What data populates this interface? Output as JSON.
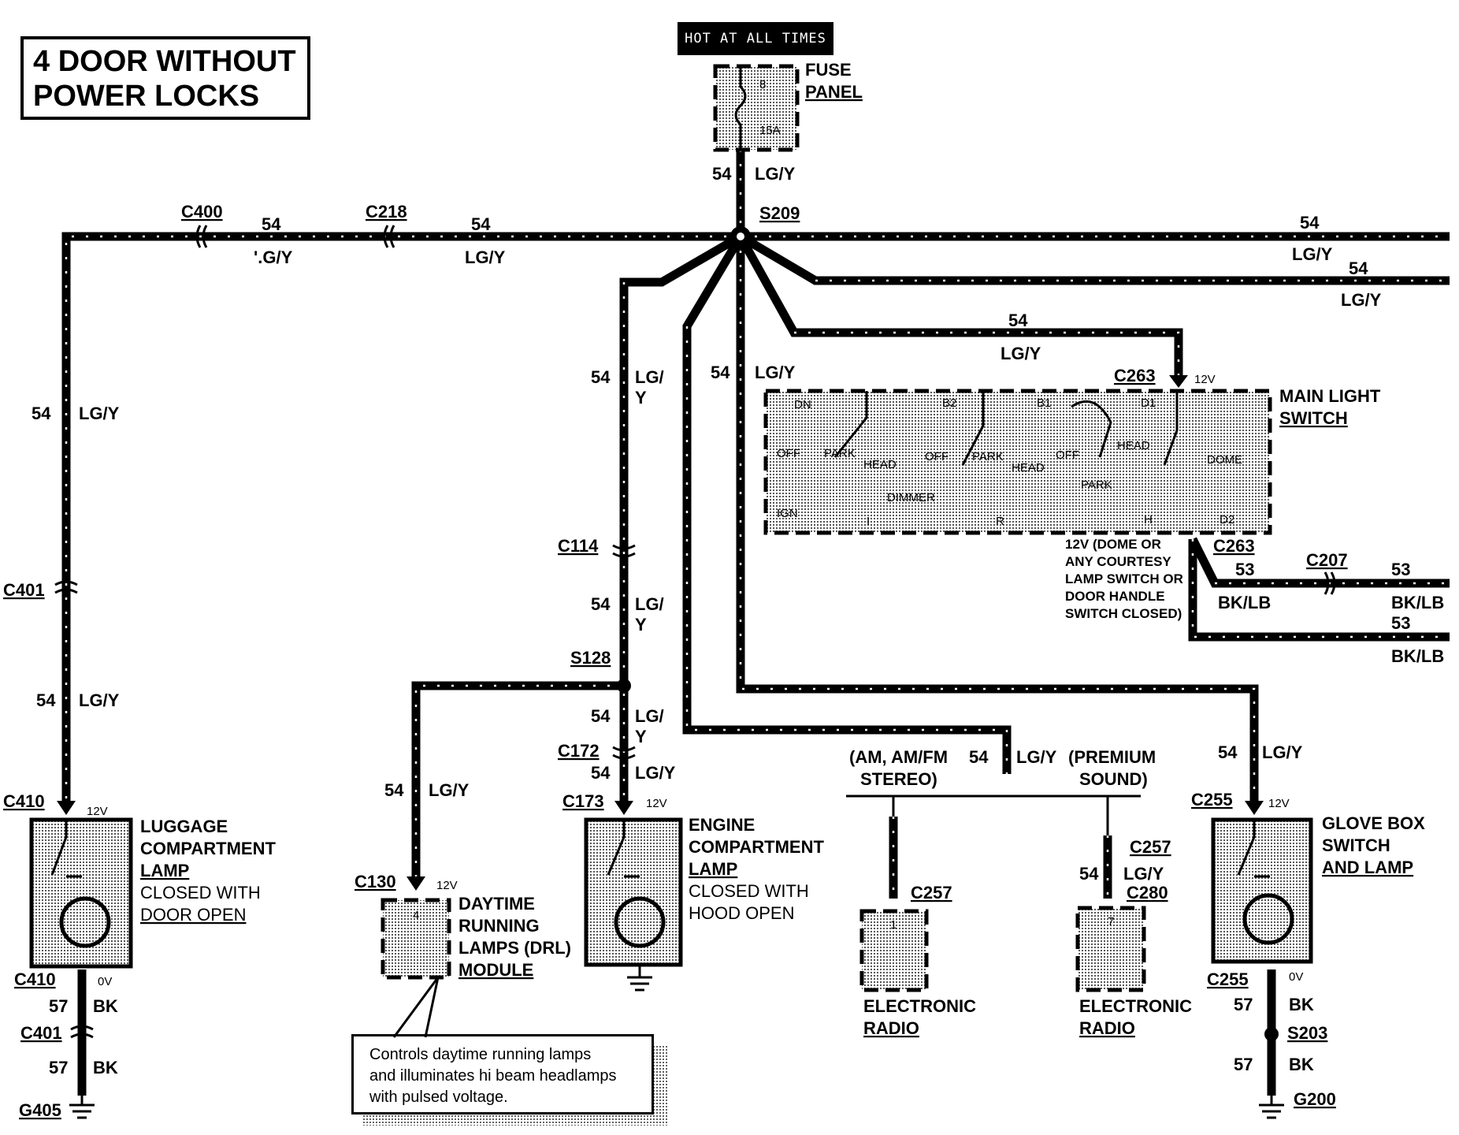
{
  "title": [
    "4 DOOR WITHOUT",
    "POWER LOCKS"
  ],
  "banner": "HOT AT ALL TIMES",
  "fuse_panel": {
    "label": [
      "FUSE",
      "PANEL"
    ],
    "fuse_number": "8",
    "rating": "15A"
  },
  "splices": {
    "s209": "S209",
    "s128": "S128",
    "s203": "S203"
  },
  "connectors": {
    "c400": "C400",
    "c218": "C218",
    "c401_top": "C401",
    "c401_bottom": "C401",
    "c410_top": "C410",
    "c410_bottom": "C410",
    "c114": "C114",
    "c172": "C172",
    "c173": "C173",
    "c130": "C130",
    "c263_top": "C263",
    "c263_bottom": "C263",
    "c207": "C207",
    "c255_top": "C255",
    "c255_bottom": "C255",
    "c257_left": "C257",
    "c257_right": "C257",
    "c280": "C280"
  },
  "grounds": {
    "g405": "G405",
    "g200": "G200"
  },
  "circuit": {
    "c54": "54",
    "c53": "53",
    "c57": "57"
  },
  "wire_colors": {
    "lgy": "LG/Y",
    "lgy_broken": "'.G/Y",
    "lg_slash": "LG/",
    "y": "Y",
    "bklb": "BK/LB",
    "bk": "BK"
  },
  "voltages": {
    "v12": "12V",
    "v0": "0V"
  },
  "components": {
    "luggage_lamp": [
      "LUGGAGE",
      "COMPARTMENT",
      "LAMP"
    ],
    "luggage_note": [
      "CLOSED WITH",
      "DOOR OPEN"
    ],
    "engine_lamp": [
      "ENGINE",
      "COMPARTMENT",
      "LAMP"
    ],
    "engine_note": [
      "CLOSED WITH",
      "HOOD OPEN"
    ],
    "drl_module": [
      "DAYTIME",
      "RUNNING",
      "LAMPS (DRL)",
      "MODULE"
    ],
    "main_light_switch": [
      "MAIN LIGHT",
      "SWITCH"
    ],
    "glove_box": [
      "GLOVE BOX",
      "SWITCH",
      "AND LAMP"
    ],
    "radio_left": [
      "ELECTRONIC",
      "RADIO"
    ],
    "radio_right": [
      "ELECTRONIC",
      "RADIO"
    ],
    "am_fm": [
      "(AM, AM/FM",
      "STEREO)"
    ],
    "premium": [
      "(PREMIUM",
      "SOUND)"
    ]
  },
  "switch_labels": {
    "dn": "DN",
    "b2": "B2",
    "b1": "B1",
    "d1": "D1",
    "off": "OFF",
    "park": "PARK",
    "head": "HEAD",
    "dimmer": "DIMMER",
    "ign": "IGN",
    "i": "I",
    "r": "R",
    "h": "H",
    "d2": "D2",
    "dome": "DOME"
  },
  "dome_note": [
    "12V (DOME OR",
    "ANY COURTESY",
    "LAMP SWITCH OR",
    "DOOR HANDLE",
    "SWITCH CLOSED)"
  ],
  "pin_numbers": {
    "drl": "4",
    "radio_left": "1",
    "radio_right": "7"
  },
  "drl_note": [
    "Controls daytime running lamps",
    "and illuminates hi beam headlamps",
    "with pulsed voltage."
  ]
}
